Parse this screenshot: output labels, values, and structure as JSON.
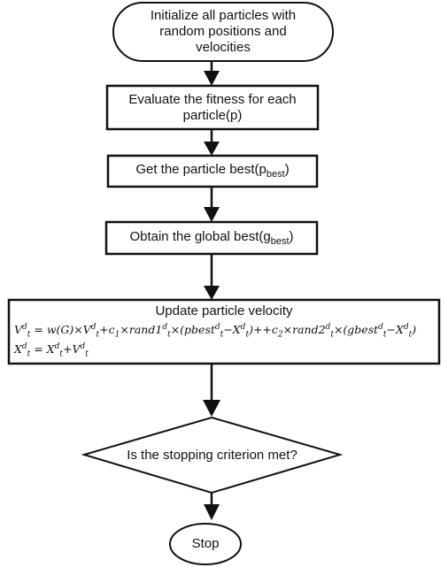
{
  "flowchart": {
    "start": {
      "line1": "Initialize all particles with",
      "line2": "random positions and",
      "line3": "velocities"
    },
    "evaluate": {
      "line1": "Evaluate the fitness for each",
      "line2": "particle(p)"
    },
    "particle_best": {
      "text": "Get the particle best(p",
      "sub": "best",
      "close": ")"
    },
    "global_best": {
      "text": "Obtain the global best(g",
      "sub": "best",
      "close": ")"
    },
    "update": {
      "title": "Update particle velocity"
    },
    "decision": {
      "text": "Is the stopping criterion met?"
    },
    "stop": {
      "text": "Stop"
    }
  },
  "colors": {
    "stroke": "#111111",
    "fill": "#ffffff"
  }
}
